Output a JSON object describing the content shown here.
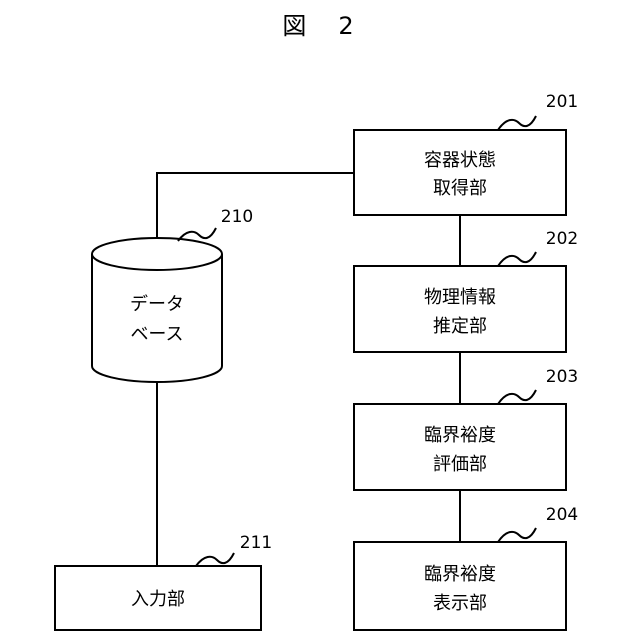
{
  "figure": {
    "title": "図　2",
    "database": {
      "ref": "210",
      "label_lines": [
        "データ",
        "ベース"
      ]
    },
    "input_unit": {
      "ref": "211",
      "label_lines": [
        "入力部"
      ]
    },
    "blocks": [
      {
        "ref": "201",
        "label_lines": [
          "容器状態",
          "取得部"
        ]
      },
      {
        "ref": "202",
        "label_lines": [
          "物理情報",
          "推定部"
        ]
      },
      {
        "ref": "203",
        "label_lines": [
          "臨界裕度",
          "評価部"
        ]
      },
      {
        "ref": "204",
        "label_lines": [
          "臨界裕度",
          "表示部"
        ]
      }
    ]
  }
}
